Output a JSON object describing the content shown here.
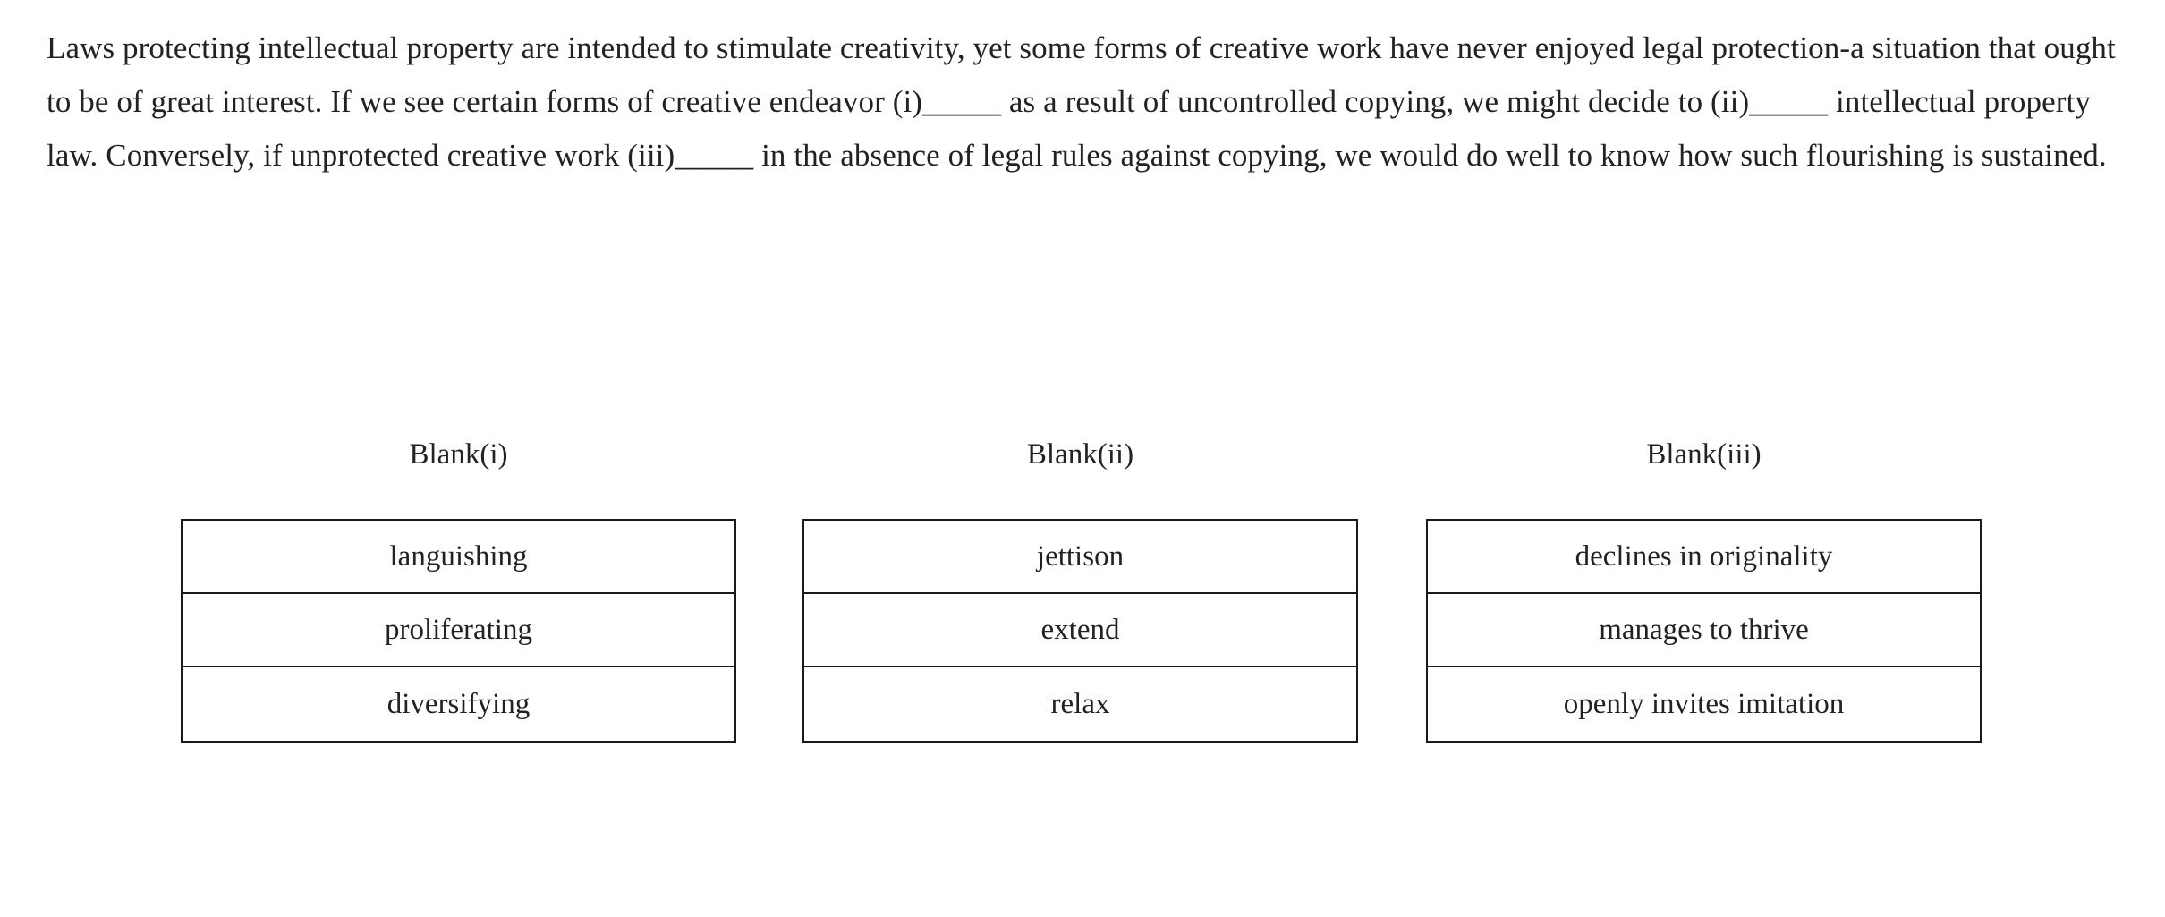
{
  "passage": {
    "text": "Laws protecting intellectual property are intended to stimulate creativity, yet some forms of creative work have never enjoyed legal protection-a situation that ought to be of great interest. If we see certain forms of creative endeavor (i)_____ as a result of uncontrolled copying, we might decide to (ii)_____ intellectual property law. Conversely, if unprotected creative work (iii)_____ in the absence of legal rules against copying, we would do well to know how such flourishing is sustained."
  },
  "blanks": [
    {
      "header": "Blank(i)",
      "options": [
        {
          "label": "languishing"
        },
        {
          "label": "proliferating"
        },
        {
          "label": "diversifying"
        }
      ]
    },
    {
      "header": "Blank(ii)",
      "options": [
        {
          "label": "jettison"
        },
        {
          "label": "extend"
        },
        {
          "label": "relax"
        }
      ]
    },
    {
      "header": "Blank(iii)",
      "options": [
        {
          "label": "declines in originality"
        },
        {
          "label": "manages to thrive"
        },
        {
          "label": "openly invites imitation"
        }
      ]
    }
  ],
  "colors": {
    "background": "#ffffff",
    "text": "#222222",
    "border": "#1a1a1a"
  }
}
